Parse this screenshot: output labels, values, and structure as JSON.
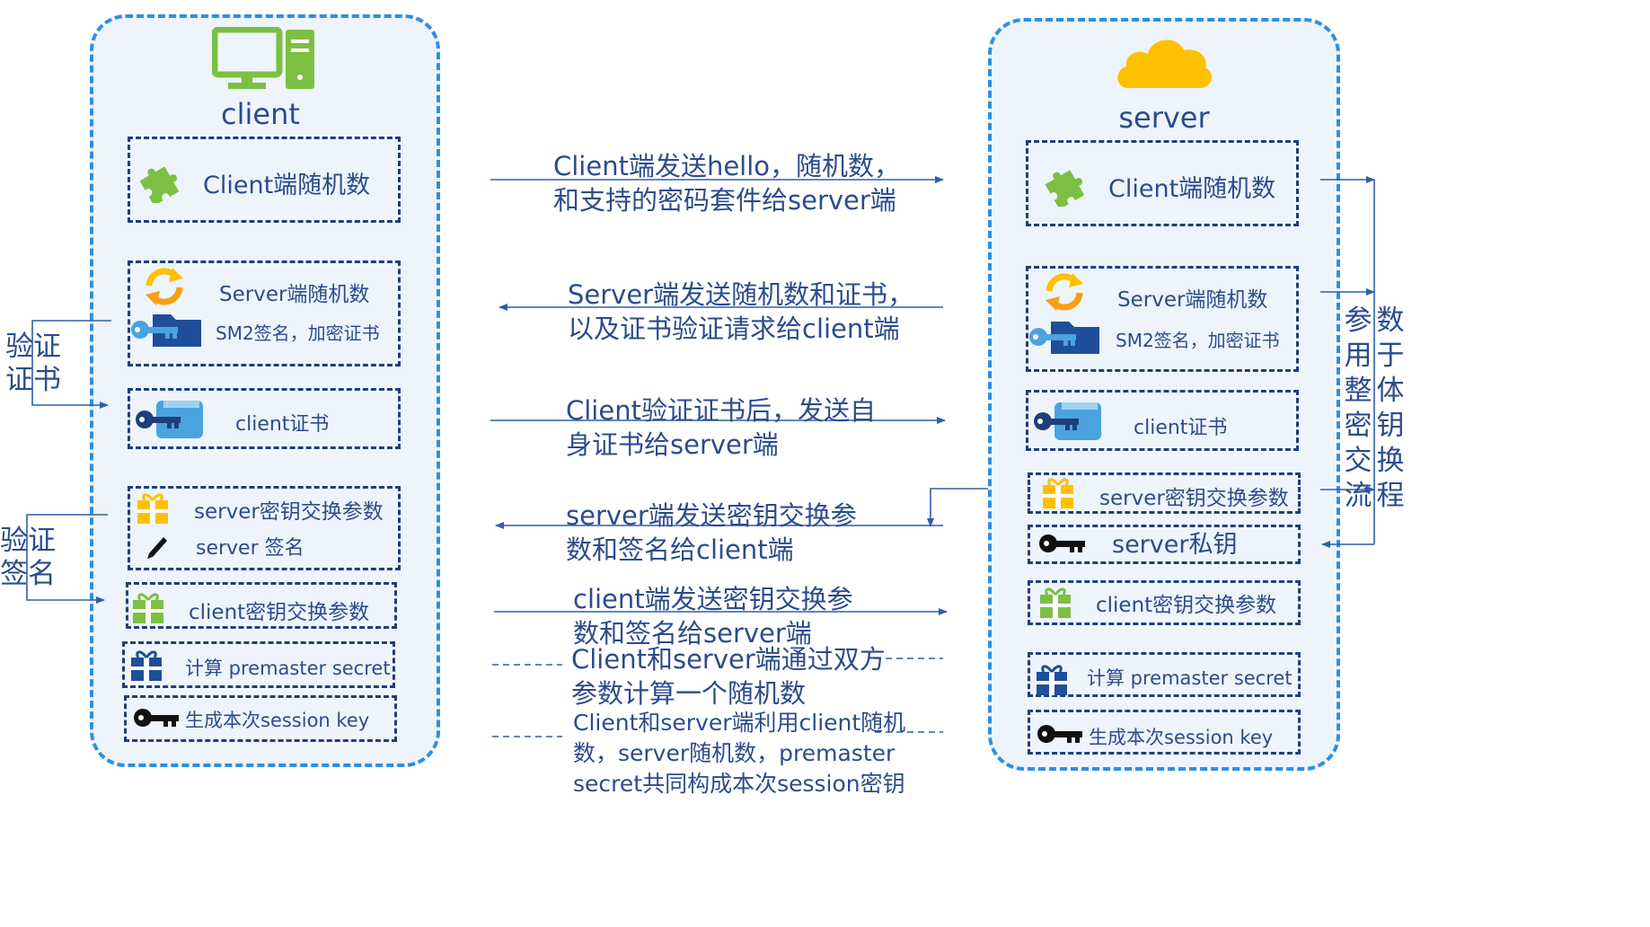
{
  "client": {
    "title": "client",
    "client_random": "Client端随机数",
    "server_random": "Server端随机数",
    "sm2_cert": "SM2签名，加密证书",
    "client_cert": "client证书",
    "server_kex": "server密钥交换参数",
    "server_sign": "server 签名",
    "client_kex": "client密钥交换参数",
    "premaster": "计算 premaster secret",
    "session_key": "生成本次session key"
  },
  "server": {
    "title": "server",
    "client_random": "Client端随机数",
    "server_random": "Server端随机数",
    "sm2_cert": "SM2签名，加密证书",
    "client_cert": "client证书",
    "server_kex": "server密钥交换参数",
    "private_key": "server私钥",
    "client_kex": "client密钥交换参数",
    "premaster": "计算 premaster secret",
    "session_key": "生成本次session key"
  },
  "messages": {
    "m1": [
      "Client端发送hello，随机数，",
      "和支持的密码套件给server端"
    ],
    "m2": [
      "Server端发送随机数和证书，",
      "以及证书验证请求给client端"
    ],
    "m3": [
      "Client验证证书后，发送自",
      "身证书给server端"
    ],
    "m4": [
      "server端发送密钥交换参",
      "数和签名给client端"
    ],
    "m5": [
      "client端发送密钥交换参",
      "数和签名给server端"
    ],
    "m6": [
      "Client和server端通过双方",
      "参数计算一个随机数"
    ],
    "m7": [
      "Client和server端利用client随机",
      "数，server随机数，premaster",
      "secret共同构成本次session密钥"
    ]
  },
  "side_labels": {
    "verify_cert": [
      "验证",
      "证书"
    ],
    "verify_sign": [
      "验证",
      "签名"
    ],
    "params_note": [
      "参",
      "数",
      "用",
      "于",
      "整",
      "体",
      "密",
      "钥",
      "交",
      "换",
      "流",
      "程"
    ]
  },
  "colors": {
    "panel_border": "#2e8fe0",
    "box_border": "#1f3f7a",
    "text": "#2b4c8c",
    "arrow": "#2f5ea8",
    "monitor_green": "#7cc043",
    "cloud_yellow": "#ffc000",
    "folder_navy": "#1f4e9a",
    "key_blue": "#4aa3df"
  }
}
